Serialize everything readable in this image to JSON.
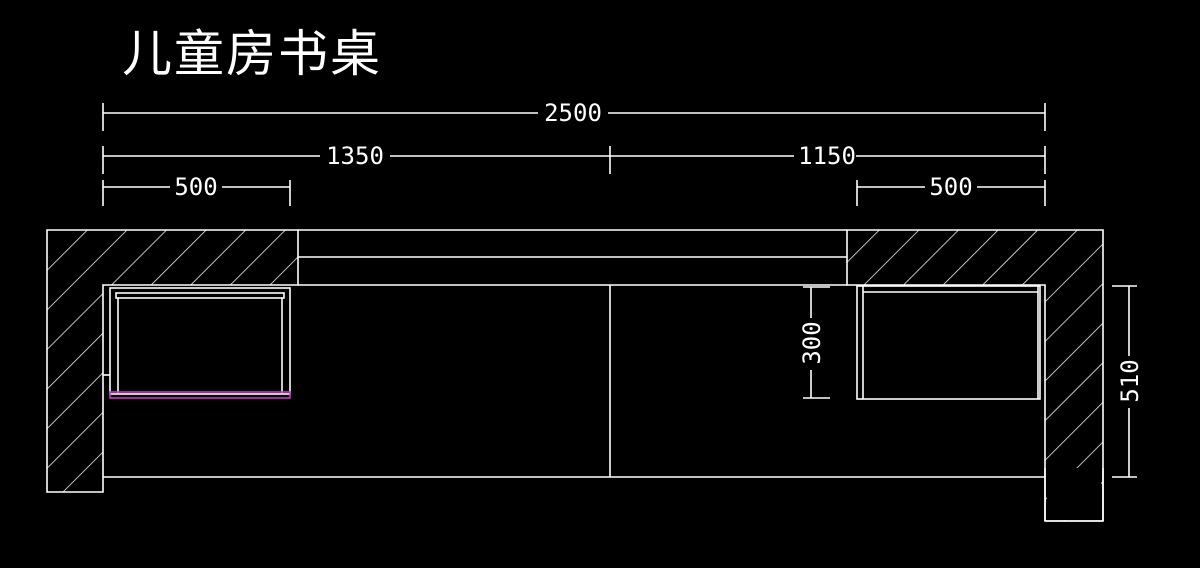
{
  "title": "儿童房书桌",
  "dimensions": {
    "total": "2500",
    "left_span": "1350",
    "right_span": "1150",
    "left_drawer_width": "500",
    "right_drawer_width": "500",
    "drawer_depth": "300",
    "desk_depth": "510"
  },
  "colors": {
    "background": "#000000",
    "line": "#ffffff",
    "highlight": "#cc33cc"
  }
}
